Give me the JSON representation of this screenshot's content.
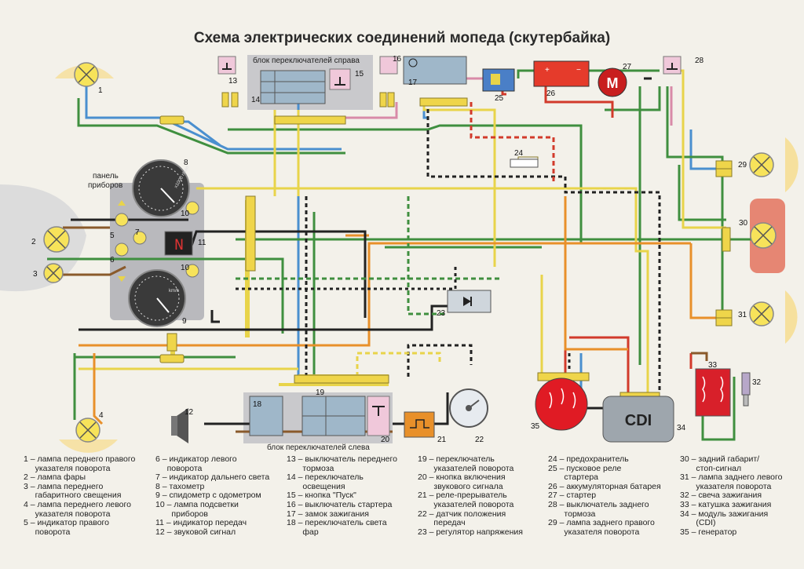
{
  "title": "Схема электрических соединений мопеда (скутербайка)",
  "labels": {
    "right_switch_block": "блок переключателей справа",
    "left_switch_block": "блок переключателей слева",
    "instrument_panel_line1": "панель",
    "instrument_panel_line2": "приборов",
    "cdi": "CDI",
    "motor": "M",
    "tacho_scale": "x1000 r/min",
    "speedo_unit": "km/h",
    "gear_digit": "N"
  },
  "numbers": [
    "1",
    "2",
    "3",
    "4",
    "5",
    "6",
    "7",
    "8",
    "9",
    "10",
    "10",
    "11",
    "12",
    "13",
    "14",
    "15",
    "16",
    "17",
    "18",
    "19",
    "20",
    "21",
    "22",
    "23",
    "24",
    "25",
    "26",
    "27",
    "28",
    "29",
    "30",
    "31",
    "32",
    "33",
    "34",
    "35"
  ],
  "legend": {
    "col1": [
      "1 – лампа переднего правого",
      "     указателя поворота",
      "2 – лампа фары",
      "3 – лампа переднего",
      "     габаритного свещения",
      "4 – лампа переднего левого",
      "     указателя поворота",
      "5 – индикатор правого",
      "     поворота"
    ],
    "col2": [
      "6 – индикатор левого",
      "     поворота",
      "7 – индикатор дальнего света",
      "8 – тахометр",
      "9 – спидометр с одометром",
      "10 – лампа подсветки",
      "       приборов",
      "11 – индикатор передач",
      "12 – звуковой сигнал"
    ],
    "col3": [
      "13 – выключатель переднего",
      "       тормоза",
      "14 – переключатель",
      "       освещения",
      "15 – кнопка \"Пуск\"",
      "16 – выключатель стартера",
      "17 – замок зажигания",
      "18 – переключатель света",
      "       фар"
    ],
    "col4": [
      "19 – переключатель",
      "       указателей поворота",
      "20 – кнопка включения",
      "       звукового сигнала",
      "21 – реле-прерыватель",
      "       указателей поворота",
      "22 – датчик положения",
      "       передач",
      "23 – регулятор напряжения"
    ],
    "col5": [
      "24 – предохранитель",
      "25 – пусковое реле",
      "       стартера",
      "26 – аккумуляторная батарея",
      "27 – стартер",
      "28 – выключатель заднего",
      "       тормоза",
      "29 – лампа заднего правого",
      "       указателя поворота"
    ],
    "col6": [
      "30 – задний габарит/",
      "       стоп-сигнал",
      "31 – лампа заднего левого",
      "       указателя поворота",
      "32 – свеча зажигания",
      "33 – катушка зажигания",
      "34 – модуль зажигания",
      "       (CDI)",
      "35 – генератор"
    ]
  },
  "colors": {
    "lamp_yellow": "#f7e35a",
    "wire_blue": "#4a8fcf",
    "wire_green": "#3f8f3f",
    "wire_yellow": "#e8d44a",
    "wire_red": "#d23a2b",
    "wire_brown": "#8a5a2b",
    "wire_black": "#222222",
    "wire_pink": "#d88aa8",
    "wire_orange": "#e8902a",
    "cdi_gray": "#9ea6ad",
    "battery_red": "#e53b2b",
    "coil_red": "#d8202a"
  }
}
